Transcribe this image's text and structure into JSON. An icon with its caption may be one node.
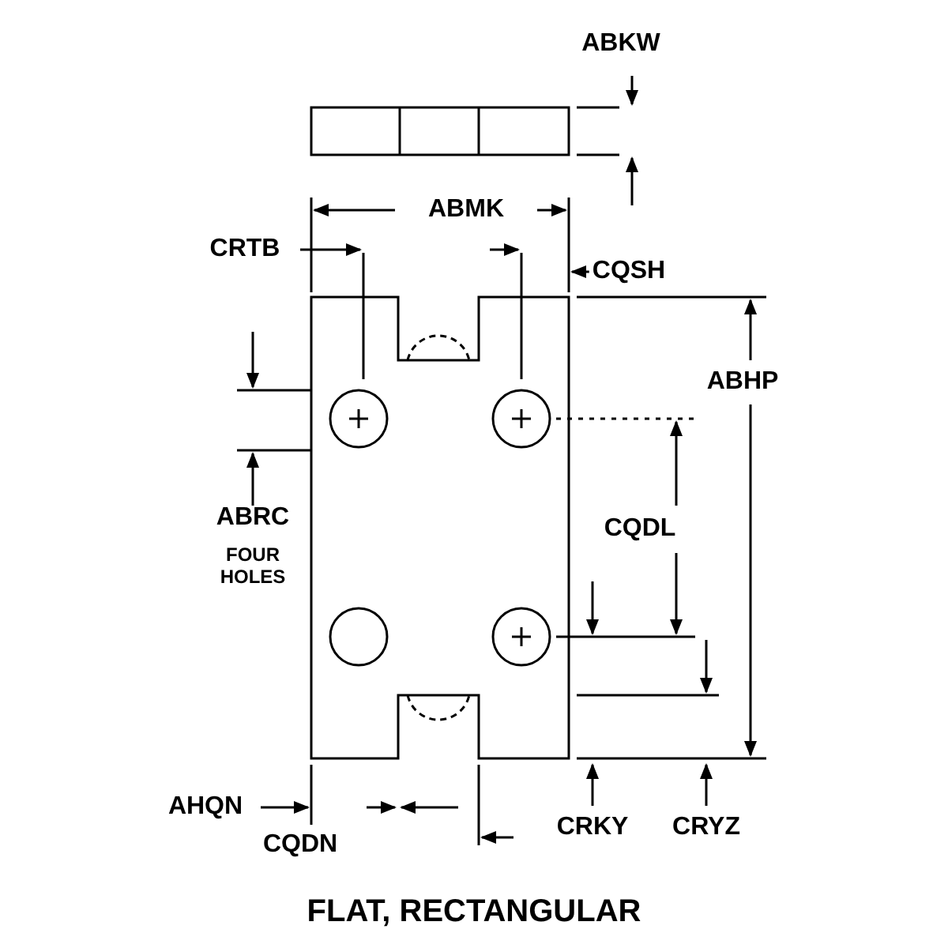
{
  "diagram": {
    "caption": "FLAT, RECTANGULAR",
    "labels": [
      "ABKW",
      "ABMK",
      "CRTB",
      "CQSH",
      "ABHP",
      "ABRC",
      "FOUR HOLES",
      "CQDL",
      "AHQN",
      "CQDN",
      "CRKY",
      "CRYZ"
    ]
  }
}
